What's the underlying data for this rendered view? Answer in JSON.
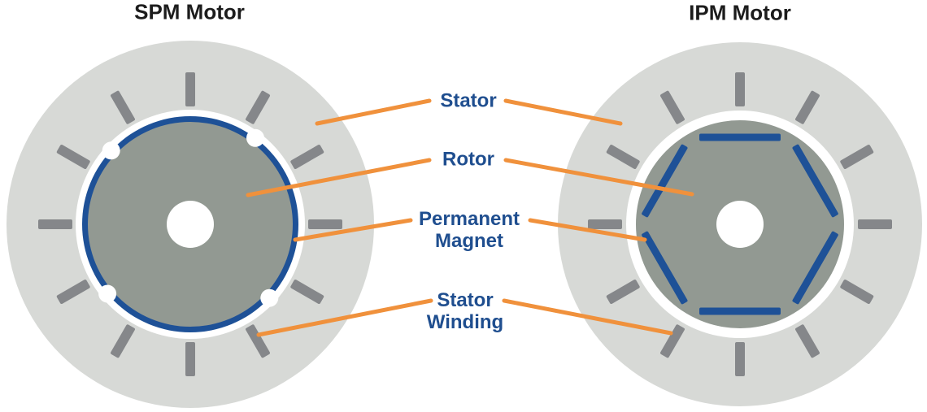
{
  "colors": {
    "stator_gray": "#d7d9d6",
    "slot_gray": "#85878a",
    "rotor_gray": "#929992",
    "magnet_blue": "#1e5197",
    "label_blue": "#1f4e8f",
    "leader_orange": "#f0913c",
    "title_black": "#1c1c1c",
    "background": "#ffffff"
  },
  "diagram": {
    "left_motor": {
      "title": "SPM Motor"
    },
    "right_motor": {
      "title": "IPM Motor"
    },
    "labels": {
      "stator": "Stator",
      "rotor": "Rotor",
      "permanent_magnet": "Permanent\nMagnet",
      "stator_winding": "Stator\nWinding"
    }
  }
}
